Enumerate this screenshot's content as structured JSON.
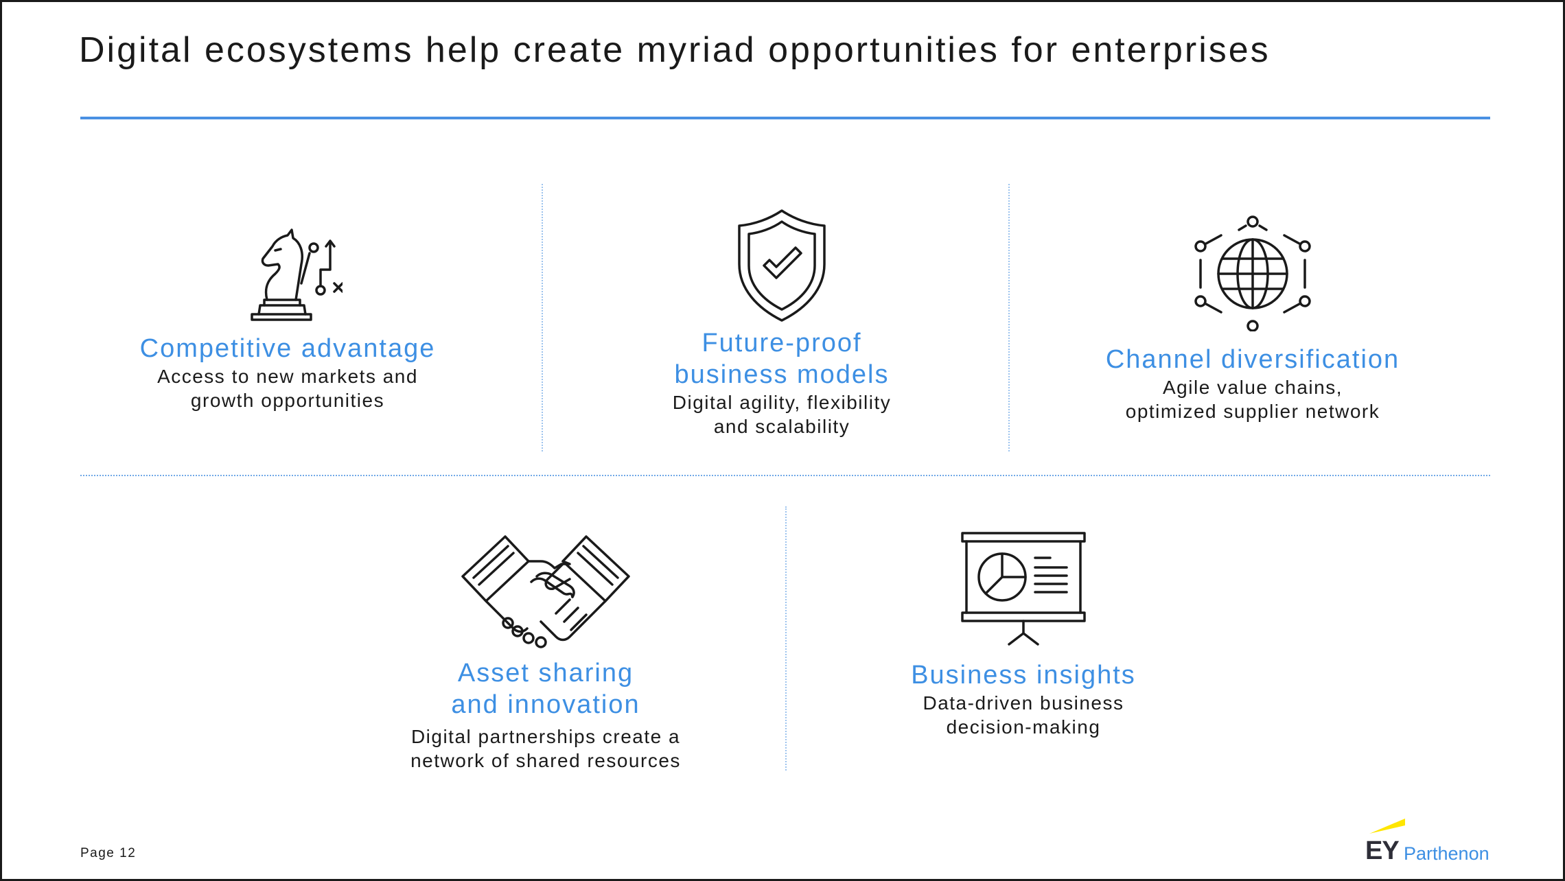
{
  "slide": {
    "title": "Digital ecosystems help create myriad opportunities for enterprises",
    "page_label": "Page 12"
  },
  "cards": [
    {
      "title": "Competitive advantage",
      "description": "Access to new markets and\ngrowth opportunities",
      "icon": "chess-knight-strategy-icon"
    },
    {
      "title": "Future-proof\nbusiness models",
      "description": "Digital agility, flexibility\nand scalability",
      "icon": "shield-check-icon"
    },
    {
      "title": "Channel diversification",
      "description": "Agile value chains,\noptimized supplier network",
      "icon": "globe-network-icon"
    },
    {
      "title": "Asset sharing\nand innovation",
      "description": "Digital partnerships create a\nnetwork of shared resources",
      "icon": "handshake-icon"
    },
    {
      "title": "Business insights",
      "description": "Data-driven business\ndecision-making",
      "icon": "presentation-board-icon"
    }
  ],
  "logo": {
    "brand": "EY",
    "sub_brand": "Parthenon",
    "accent_color": "#ffe600"
  },
  "colors": {
    "accent": "#3d8fe3",
    "rule": "#4a90e2",
    "text": "#1a1a1a"
  }
}
